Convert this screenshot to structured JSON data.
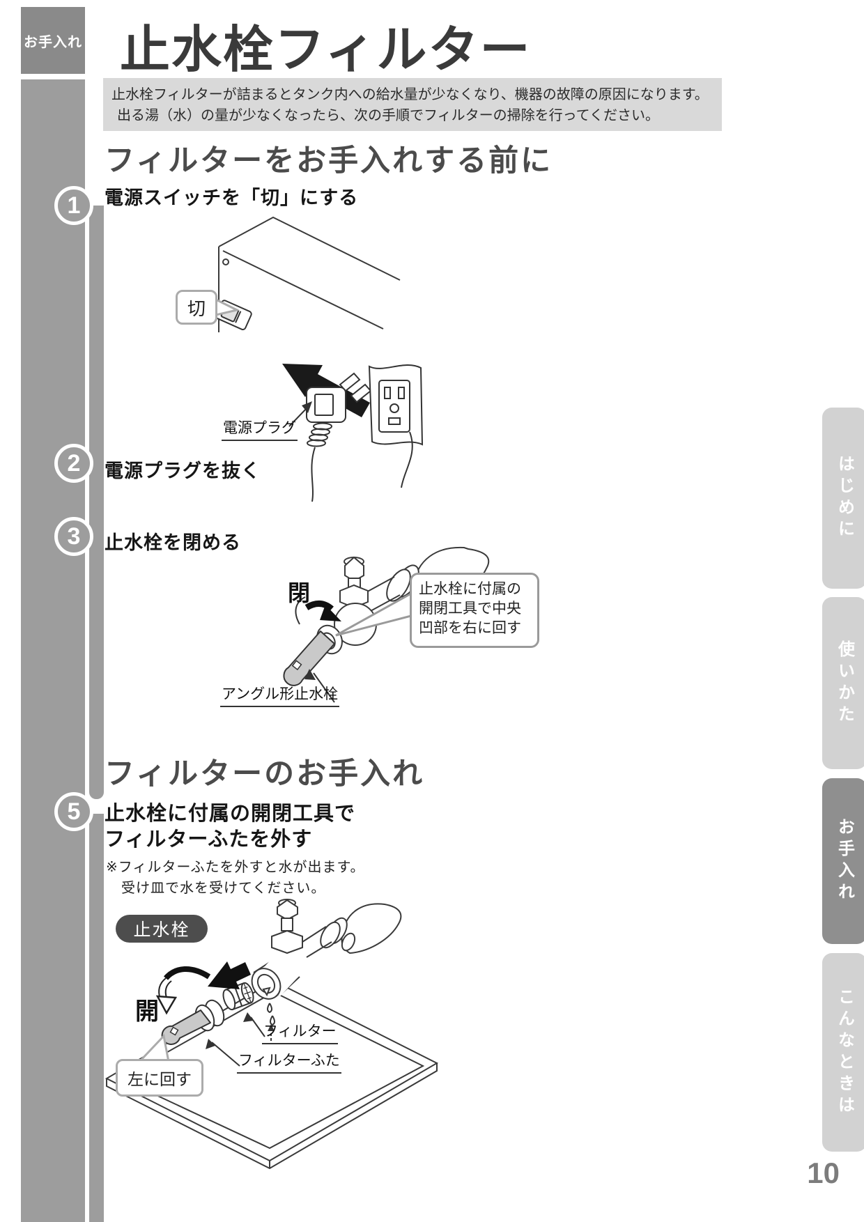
{
  "page": {
    "category_tag": "お手入れ",
    "title": "止水栓フィルター",
    "page_number": "10"
  },
  "intro_box": {
    "line1": "止水栓フィルターが詰まるとタンク内への給水量が少なくなり、機器の故障の原因になります。",
    "line2": "出る湯（水）の量が少なくなったら、次の手順でフィルターの掃除を行ってください。"
  },
  "section1": {
    "heading": "フィルターをお手入れする前に",
    "steps": [
      {
        "number": "1",
        "text": "電源スイッチを「切」にする"
      },
      {
        "number": "2",
        "text": "電源プラグを抜く"
      },
      {
        "number": "3",
        "text": "止水栓を閉める"
      }
    ]
  },
  "section2": {
    "heading": "フィルターのお手入れ",
    "step": {
      "number": "5",
      "line1": "止水栓に付属の開閉工具で",
      "line2": "フィルターふたを外す"
    },
    "note_line1": "※フィルターふたを外すと水が出ます。",
    "note_line2": "受け皿で水を受けてください。"
  },
  "figure1": {
    "switch_label": "切"
  },
  "figure2": {
    "plug_label": "電源プラグ"
  },
  "figure3": {
    "close_label": "閉",
    "callout_line1": "止水栓に付属の",
    "callout_line2": "開閉工具で中央",
    "callout_line3": "凹部を右に回す",
    "valve_label": "アングル形止水栓"
  },
  "figure4": {
    "badge": "止水栓",
    "open_label": "開",
    "filter_label": "フィルター",
    "filter_lid_label": "フィルターふた",
    "turn_label": "左に回す"
  },
  "side_tabs": [
    {
      "label": "はじめに",
      "active": false
    },
    {
      "label": "使いかた",
      "active": false
    },
    {
      "label": "お手入れ",
      "active": true
    },
    {
      "label": "こんなときは",
      "active": false
    }
  ],
  "colors": {
    "rail_gray": "#9d9d9d",
    "category_box_gray": "#8a8a8a",
    "info_box_gray": "#d9d9d9",
    "tab_inactive": "#d2d2d2",
    "tab_active": "#8f8f8f",
    "badge_dark": "#4d4d4d",
    "heading_gray": "#4b4b4b"
  }
}
